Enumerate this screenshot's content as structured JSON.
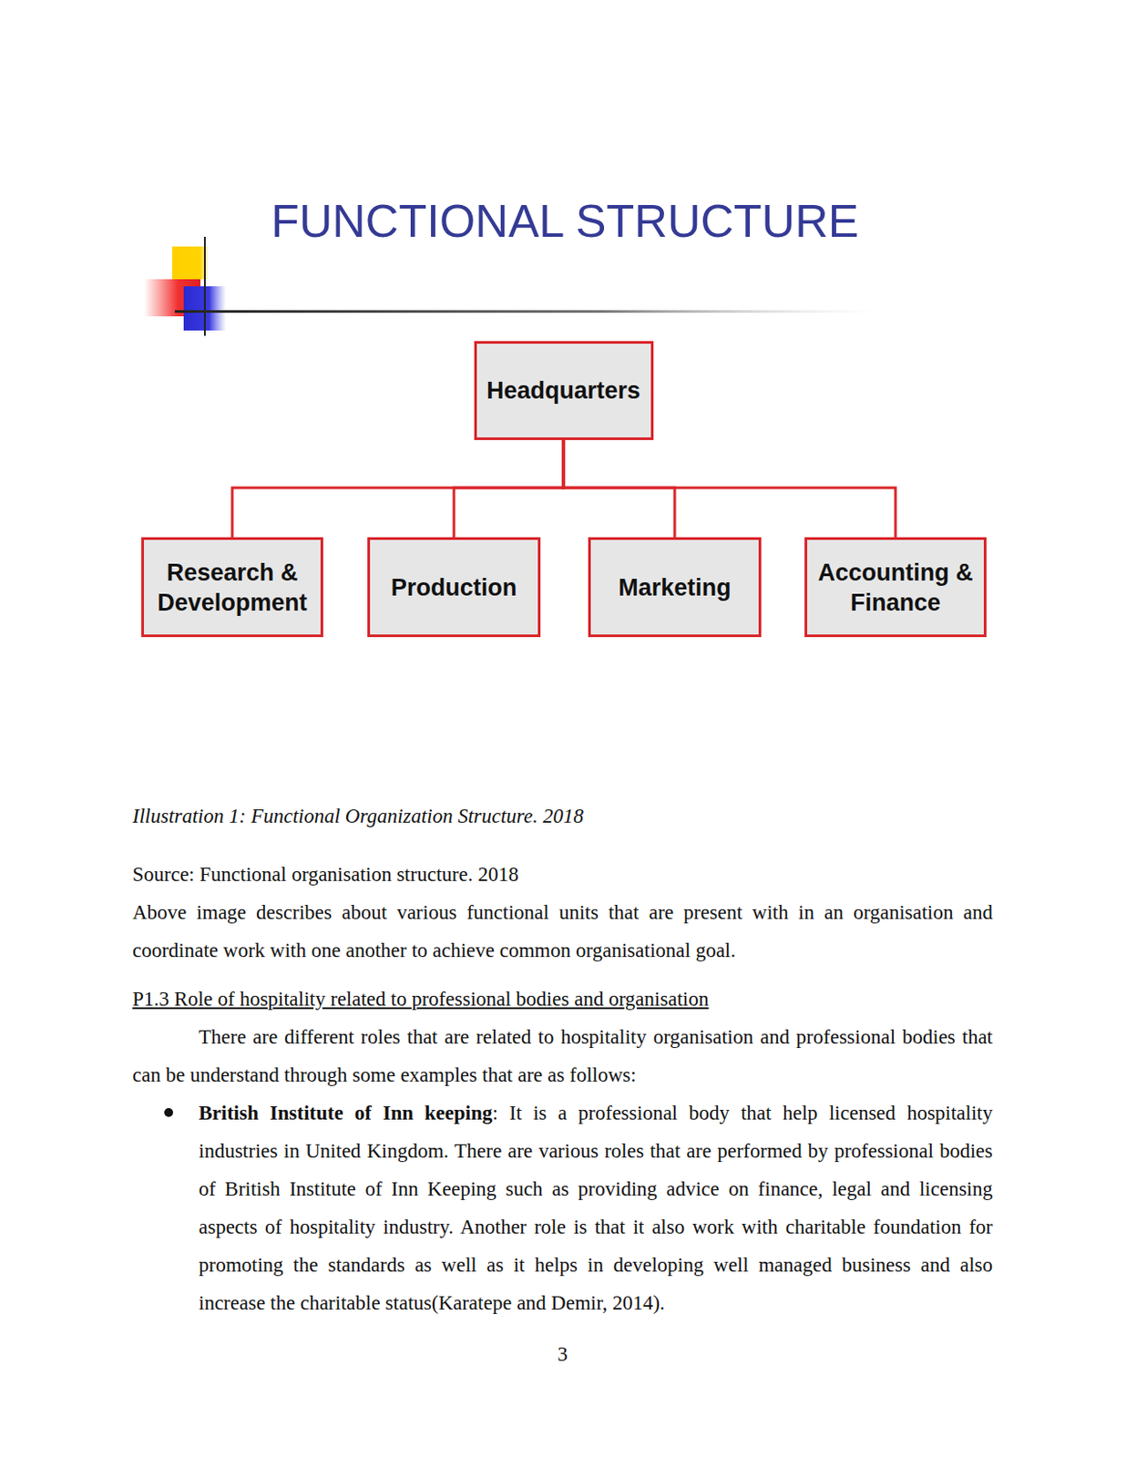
{
  "diagram": {
    "title": "FUNCTIONAL STRUCTURE",
    "caption": "Illustration 1: Functional Organization Structure. 2018",
    "nodes": [
      {
        "text": [
          "Headquarters"
        ]
      },
      {
        "text": [
          "Research & Development"
        ]
      },
      {
        "text": [
          "Production"
        ]
      },
      {
        "text": [
          "Marketing"
        ]
      },
      {
        "text": [
          "Accounting & Finance"
        ]
      }
    ],
    "edges": [
      {
        "from": 0,
        "to": 1,
        "arrow": "none"
      },
      {
        "from": 0,
        "to": 2,
        "arrow": "none"
      },
      {
        "from": 0,
        "to": 3,
        "arrow": "none"
      },
      {
        "from": 0,
        "to": 4,
        "arrow": "none"
      }
    ],
    "labels": [
      "Source: Functional organisation structure. 2018",
      "Above image describes about various functional units that are present with in an organisation and coordinate work with one another to achieve common organisational goal.",
      "P1.3 Role of hospitality related to professional bodies and organisation",
      "There are different roles that are related to hospitality organisation and professional bodies that can be understand through some examples that are as follows:",
      "British Institute of Inn keeping",
      ": It is a professional body that help licensed hospitality industries in United Kingdom. There are various roles that are performed by professional bodies of British Institute of Inn Keeping such as providing advice on finance, legal and licensing aspects of hospitality industry. Another role is that it also work with charitable foundation for promoting the standards as well as it helps in developing well managed business and also increase the charitable status(Karatepe and Demir, 2014).",
      "3"
    ]
  }
}
